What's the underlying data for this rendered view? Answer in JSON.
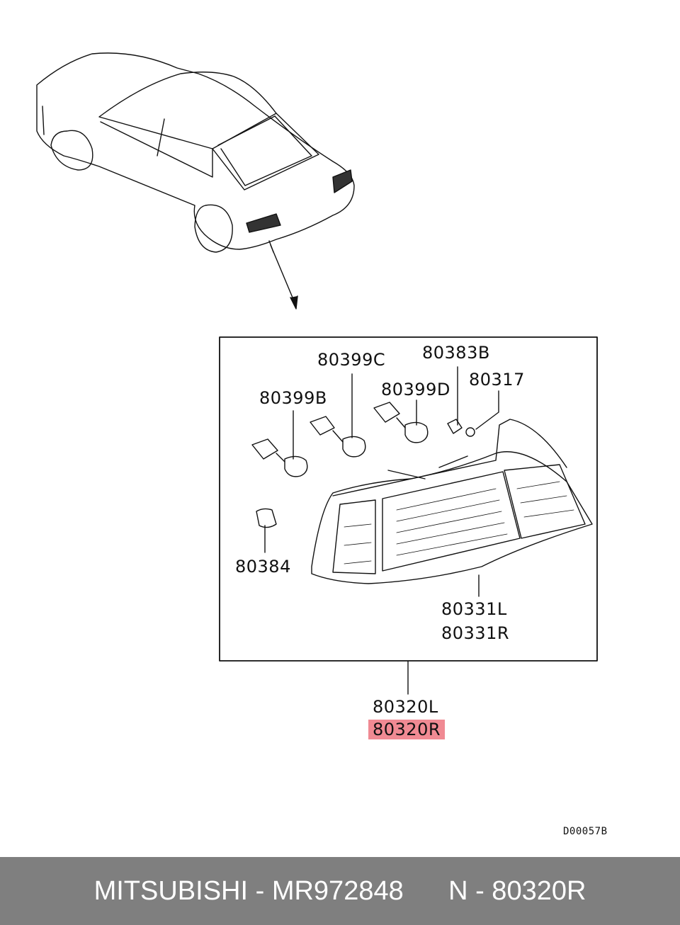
{
  "diagram": {
    "callouts": {
      "p80399C": "80399C",
      "p80383B": "80383B",
      "p80399D": "80399D",
      "p80317": "80317",
      "p80399B": "80399B",
      "p80384": "80384",
      "p80331L": "80331L",
      "p80331R": "80331R",
      "p80320L": "80320L",
      "p80320R": "80320R"
    },
    "highlighted_part": "80320R",
    "highlight_color": "#f08a93",
    "drawing_code": "D00057B"
  },
  "footer": {
    "brand": "MITSUBISHI",
    "part_number": "MR972848",
    "ref": "N - 80320R",
    "background": "#7f7f7f"
  }
}
